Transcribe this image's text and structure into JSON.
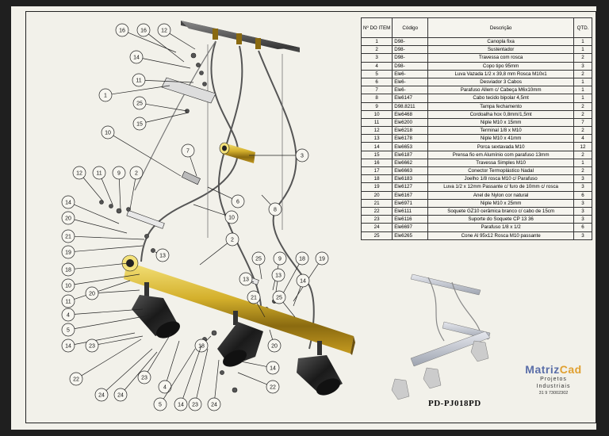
{
  "bom": {
    "headers": {
      "item": "Nº DO ITEM",
      "code": "Código",
      "desc": "Descrição",
      "qty": "QTD."
    },
    "rows": [
      {
        "n": "1",
        "c": "D98-",
        "d": "Canopla fixa",
        "q": "1"
      },
      {
        "n": "2",
        "c": "D98-",
        "d": "Sustentador",
        "q": "1"
      },
      {
        "n": "3",
        "c": "D98-",
        "d": "Travessa com rosca",
        "q": "2"
      },
      {
        "n": "4",
        "c": "D98-",
        "d": "Copo tipo 95mm",
        "q": "3"
      },
      {
        "n": "5",
        "c": "Ele6-",
        "d": "Luva Vazada 1/2 x 39,8 mm Rosca M10x1",
        "q": "2"
      },
      {
        "n": "6",
        "c": "Ele6-",
        "d": "Desviador 3 Cabos",
        "q": "1"
      },
      {
        "n": "7",
        "c": "Ele6-",
        "d": "Parafuso Allem c/ Cabeça M6x10mm",
        "q": "1"
      },
      {
        "n": "8",
        "c": "Ele6147",
        "d": "Cabo tecido bipolar 4,5mt",
        "q": "1"
      },
      {
        "n": "9",
        "c": "D98.8211",
        "d": "Tampa fechamento",
        "q": "2"
      },
      {
        "n": "10",
        "c": "Ele6468",
        "d": "Cordoalha hox 0,8mm/1,5mt",
        "q": "2"
      },
      {
        "n": "11",
        "c": "Ele6200",
        "d": "Niple M10 x 15mm",
        "q": "7"
      },
      {
        "n": "12",
        "c": "Ele6218",
        "d": "Terminal 1/8 x M10",
        "q": "2"
      },
      {
        "n": "13",
        "c": "Ele6178",
        "d": "Niple M10 x 41mm",
        "q": "4"
      },
      {
        "n": "14",
        "c": "Ele6653",
        "d": "Porca sextavada M10",
        "q": "12"
      },
      {
        "n": "15",
        "c": "Ele6187",
        "d": "Prensa fio em Alumínio com parafuso 13mm",
        "q": "2"
      },
      {
        "n": "16",
        "c": "Ele6662",
        "d": "Travessa Simples M10",
        "q": "1"
      },
      {
        "n": "17",
        "c": "Ele6663",
        "d": "Conector Termoplástico Nadal",
        "q": "2"
      },
      {
        "n": "18",
        "c": "Ele6183",
        "d": "Joelho 1/8 rosca M10 c/ Parafuso",
        "q": "3"
      },
      {
        "n": "19",
        "c": "Ele6127",
        "d": "Luva 1/2 x 12mm Passante c/ furo de 10mm c/ rosca",
        "q": "3"
      },
      {
        "n": "20",
        "c": "Ele6167",
        "d": "Anel de Nylon cor natural",
        "q": "6"
      },
      {
        "n": "21",
        "c": "Ele6971",
        "d": "Niple M10 x 25mm",
        "q": "3"
      },
      {
        "n": "22",
        "c": "Ele6111",
        "d": "Soquete GZ10 cerâmica branco c/ cabo de 15cm",
        "q": "3"
      },
      {
        "n": "23",
        "c": "Ele6116",
        "d": "Suporte do Soquete CP 13 36",
        "q": "3"
      },
      {
        "n": "24",
        "c": "Ele6697",
        "d": "Parafuso 1/8 x 1/2",
        "q": "6"
      },
      {
        "n": "25",
        "c": "Ele6265",
        "d": "Cone Al 95x12 Rosca M10 passante",
        "q": "3"
      }
    ]
  },
  "balloons": [
    {
      "id": "16",
      "label": "16"
    },
    {
      "id": "16b",
      "label": "16"
    },
    {
      "id": "12a",
      "label": "12"
    },
    {
      "id": "14a",
      "label": "14"
    },
    {
      "id": "11a",
      "label": "11"
    },
    {
      "id": "1",
      "label": "1"
    },
    {
      "id": "25a",
      "label": "25"
    },
    {
      "id": "15",
      "label": "15"
    },
    {
      "id": "10a",
      "label": "10"
    },
    {
      "id": "3",
      "label": "3"
    },
    {
      "id": "7",
      "label": "7"
    },
    {
      "id": "6",
      "label": "6"
    },
    {
      "id": "8",
      "label": "8"
    },
    {
      "id": "12b",
      "label": "12"
    },
    {
      "id": "11b",
      "label": "11"
    },
    {
      "id": "9",
      "label": "9"
    },
    {
      "id": "2a",
      "label": "2"
    },
    {
      "id": "14b",
      "label": "14"
    },
    {
      "id": "10b",
      "label": "10"
    },
    {
      "id": "2b",
      "label": "2"
    },
    {
      "id": "20a",
      "label": "20"
    },
    {
      "id": "21",
      "label": "21"
    },
    {
      "id": "19a",
      "label": "19"
    },
    {
      "id": "18a",
      "label": "18"
    },
    {
      "id": "13a",
      "label": "13"
    },
    {
      "id": "10c",
      "label": "10"
    },
    {
      "id": "11c",
      "label": "11"
    },
    {
      "id": "20b",
      "label": "20"
    },
    {
      "id": "4a",
      "label": "4"
    },
    {
      "id": "5",
      "label": "5"
    },
    {
      "id": "14c",
      "label": "14"
    },
    {
      "id": "23a",
      "label": "23"
    },
    {
      "id": "22a",
      "label": "22"
    },
    {
      "id": "24a",
      "label": "24"
    },
    {
      "id": "24b",
      "label": "24"
    },
    {
      "id": "23b",
      "label": "23"
    },
    {
      "id": "4b",
      "label": "4"
    },
    {
      "id": "18b",
      "label": "18"
    },
    {
      "id": "5b",
      "label": "5"
    },
    {
      "id": "14d",
      "label": "14"
    },
    {
      "id": "23c",
      "label": "23"
    },
    {
      "id": "24c",
      "label": "24"
    },
    {
      "id": "22b",
      "label": "22"
    },
    {
      "id": "14e",
      "label": "14"
    },
    {
      "id": "20c",
      "label": "20"
    },
    {
      "id": "25b",
      "label": "25"
    },
    {
      "id": "13b",
      "label": "13"
    },
    {
      "id": "9b",
      "label": "9"
    },
    {
      "id": "18c",
      "label": "18"
    },
    {
      "id": "19b",
      "label": "19"
    },
    {
      "id": "13c",
      "label": "13"
    },
    {
      "id": "14f",
      "label": "14"
    },
    {
      "id": "25c",
      "label": "25"
    },
    {
      "id": "21b",
      "label": "21"
    }
  ],
  "logo": {
    "brand_a": "Matriz",
    "brand_b": "Cad",
    "line1": "Projetos",
    "line2": "Industriais",
    "phone": "31 9 73002302"
  },
  "drawing_code": "PD-PJ018PD",
  "colors": {
    "brass": "#c9a52a",
    "lamp": "#2a2a2a",
    "frame": "#222222",
    "sheet": "#f2f1ea"
  }
}
